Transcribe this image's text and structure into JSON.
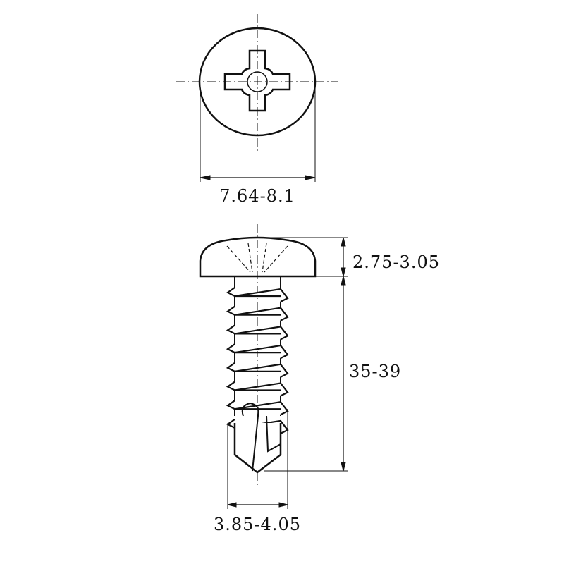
{
  "drawing": {
    "subject": "pan-head-phillips-self-drilling-screw",
    "views": [
      "top-view",
      "side-view"
    ],
    "line_color": "#111111",
    "background": "#ffffff"
  },
  "dimensions": {
    "head_diameter": "7.64-8.1",
    "head_height": "2.75-3.05",
    "length": "35-39",
    "thread_diameter": "3.85-4.05"
  }
}
